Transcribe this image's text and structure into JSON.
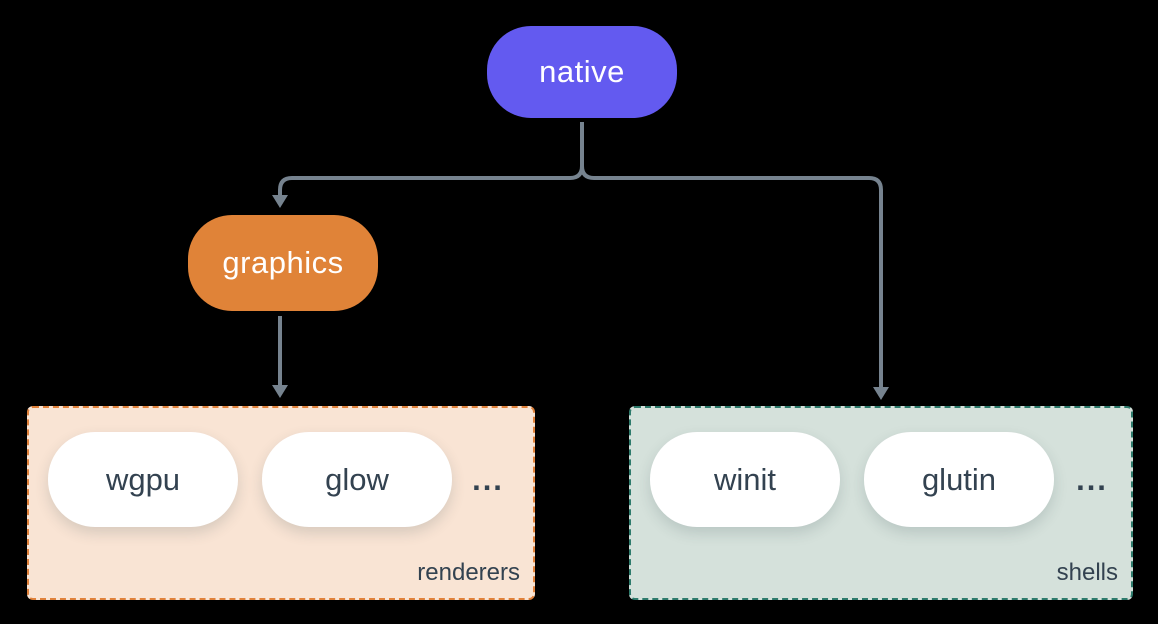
{
  "colors": {
    "bg": "#000000",
    "node-purple": "#635AF0",
    "node-orange": "#E08338",
    "renderers-fill": "#F9E4D4",
    "renderers-border": "#E0813A",
    "shells-fill": "#D5E1DB",
    "shells-border": "#2E7B6C",
    "arrow": "#76838F",
    "dark-text": "#334250",
    "white-text": "#FFFFFF",
    "pill-fill": "#FFFFFF"
  },
  "nodes": {
    "native": {
      "label": "native"
    },
    "graphics": {
      "label": "graphics"
    }
  },
  "groups": [
    {
      "label": "renderers",
      "items": [
        "wgpu",
        "glow"
      ],
      "more": "..."
    },
    {
      "label": "shells",
      "items": [
        "winit",
        "glutin"
      ],
      "more": "..."
    }
  ]
}
